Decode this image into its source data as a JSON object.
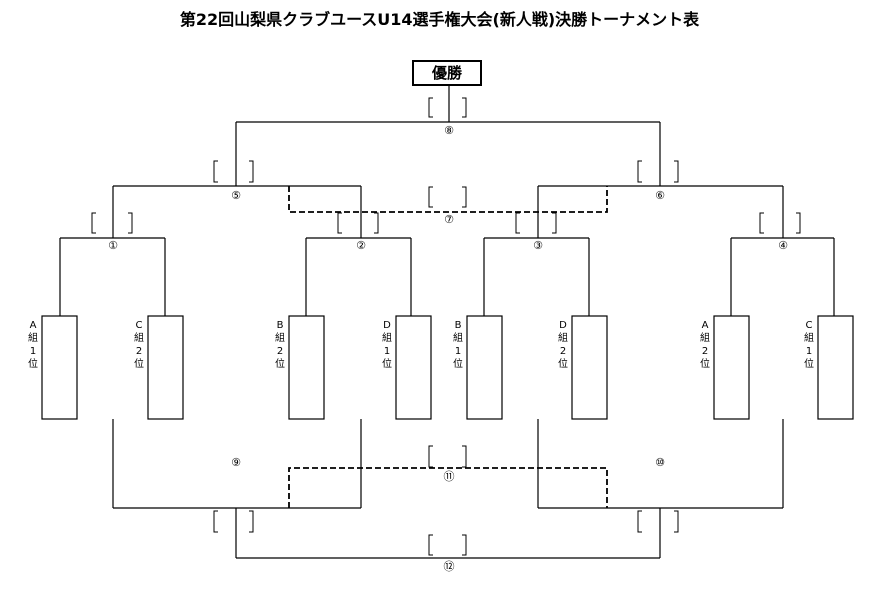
{
  "title": "第22回山梨県クラブユースU14選手権大会(新人戦)決勝トーナメント表",
  "champion_label": "優勝",
  "matches": {
    "m1": "①",
    "m2": "②",
    "m3": "③",
    "m4": "④",
    "m5": "⑤",
    "m6": "⑥",
    "m7": "⑦",
    "m8": "⑧",
    "m9": "⑨",
    "m10": "⑩",
    "m11": "⑪",
    "m12": "⑫"
  },
  "slots": [
    {
      "group": "A",
      "kumi": "組",
      "rank": "1",
      "i": "位"
    },
    {
      "group": "C",
      "kumi": "組",
      "rank": "2",
      "i": "位"
    },
    {
      "group": "B",
      "kumi": "組",
      "rank": "2",
      "i": "位"
    },
    {
      "group": "D",
      "kumi": "組",
      "rank": "1",
      "i": "位"
    },
    {
      "group": "B",
      "kumi": "組",
      "rank": "1",
      "i": "位"
    },
    {
      "group": "D",
      "kumi": "組",
      "rank": "2",
      "i": "位"
    },
    {
      "group": "A",
      "kumi": "組",
      "rank": "2",
      "i": "位"
    },
    {
      "group": "C",
      "kumi": "組",
      "rank": "1",
      "i": "位"
    }
  ]
}
